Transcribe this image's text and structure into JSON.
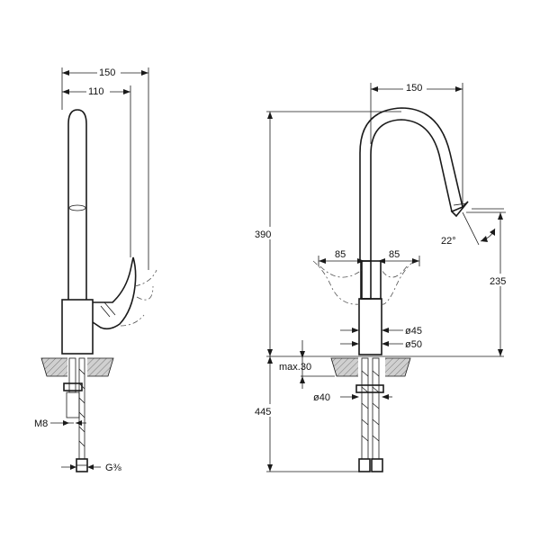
{
  "side_view": {
    "dim_total_width": "150",
    "dim_lever_width": "110",
    "thread_label": "M8",
    "connection_label": "G⅜"
  },
  "front_view": {
    "dim_spout_reach": "150",
    "dim_height_total": "390",
    "dim_spout_height": "235",
    "dim_angle": "22°",
    "dim_lever_left": "85",
    "dim_lever_right": "85",
    "dim_body_diameter": "ø45",
    "dim_base_diameter": "ø50",
    "dim_max_counter": "max.30",
    "dim_hole_diameter": "ø40",
    "dim_below_counter": "445"
  }
}
